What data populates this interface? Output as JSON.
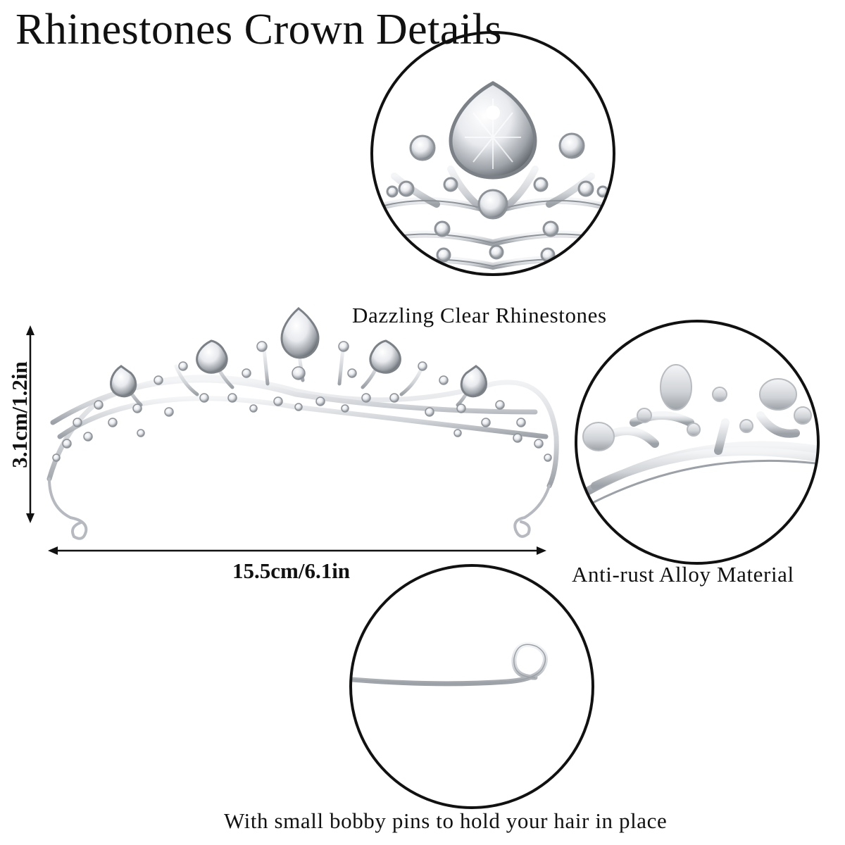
{
  "title": "Rhinestones Crown Details",
  "captions": {
    "rhinestones": "Dazzling Clear Rhinestones",
    "alloy": "Anti-rust Alloy Material",
    "pins": "With small bobby pins to hold your hair in place"
  },
  "dimensions": {
    "width": "15.5cm/6.1in",
    "height": "3.1cm/1.2in"
  },
  "colors": {
    "ink": "#111111",
    "silver": "#c9ccd1",
    "silver_dark": "#8e9399",
    "background": "#ffffff"
  }
}
